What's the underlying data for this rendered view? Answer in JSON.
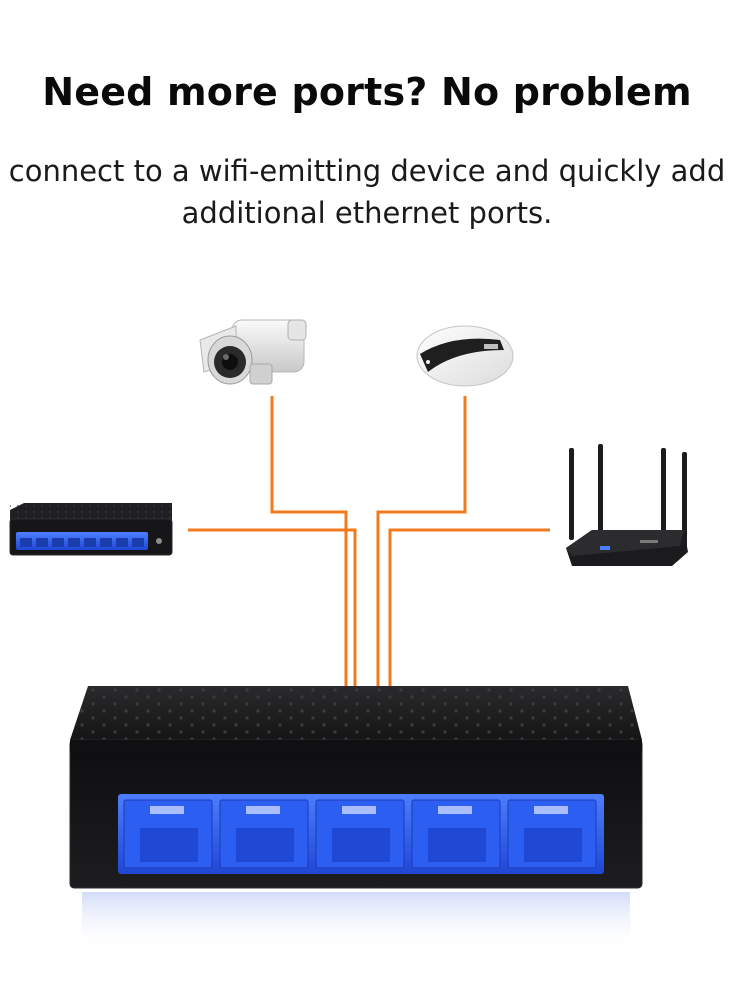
{
  "headline": "Need more ports? No problem",
  "subline": {
    "line1": "connect to a wifi-emitting device and quickly add",
    "line2": "additional ethernet ports."
  },
  "colors": {
    "cable": "#f07a1e",
    "port_glow": "#2a5cff",
    "switch_body": "#1c1c1e",
    "background": "#ffffff"
  },
  "devices": [
    "camera-icon",
    "access-point-icon",
    "small-switch-icon",
    "router-icon",
    "main-switch-icon"
  ],
  "main_switch": {
    "port_count": 5
  },
  "small_switch": {
    "port_count": 8
  },
  "router": {
    "antenna_count": 4
  }
}
